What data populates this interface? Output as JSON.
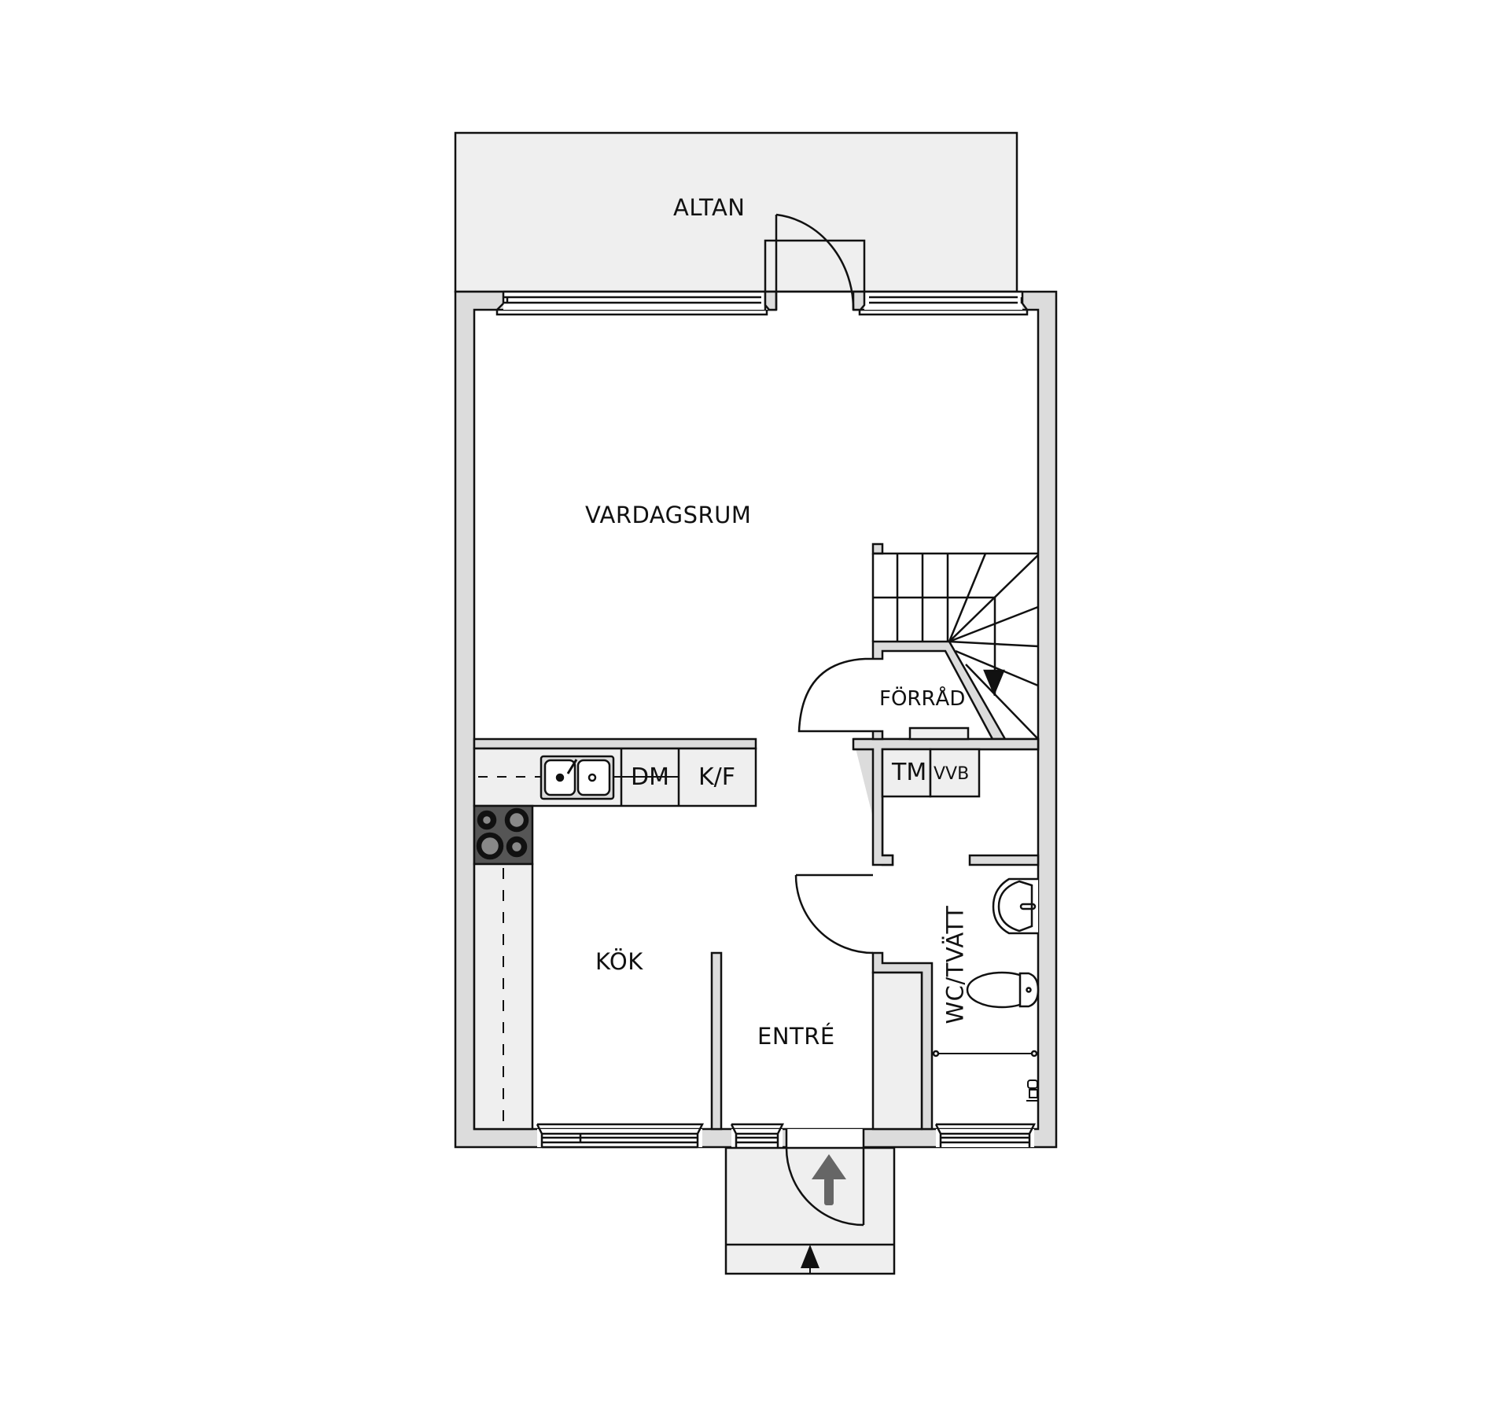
{
  "floorplan": {
    "colors": {
      "wall_fill": "#dcdcdc",
      "outdoor_fill": "#efefef",
      "fixture_fill": "#efefef",
      "stove_fill": "#555555",
      "line": "#111111",
      "arrow_grey": "#666666"
    },
    "rooms": {
      "altan": "ALTAN",
      "vardagsrum": "VARDAGSRUM",
      "forrad": "FÖRRÅD",
      "kok": "KÖK",
      "entre": "ENTRÉ",
      "wc_tvatt": "WC/TVÄTT"
    },
    "fixtures": {
      "dishwasher": "DM",
      "fridge_freezer": "K/F",
      "dryer": "TM",
      "water_heater": "VVB"
    },
    "icons": {
      "sink": "double-sink-icon",
      "stove": "stove-icon",
      "washbasin": "washbasin-icon",
      "toilet": "toilet-icon",
      "stair_direction": "stair-down-arrow-icon",
      "entrance": "entrance-arrow-icon"
    }
  }
}
